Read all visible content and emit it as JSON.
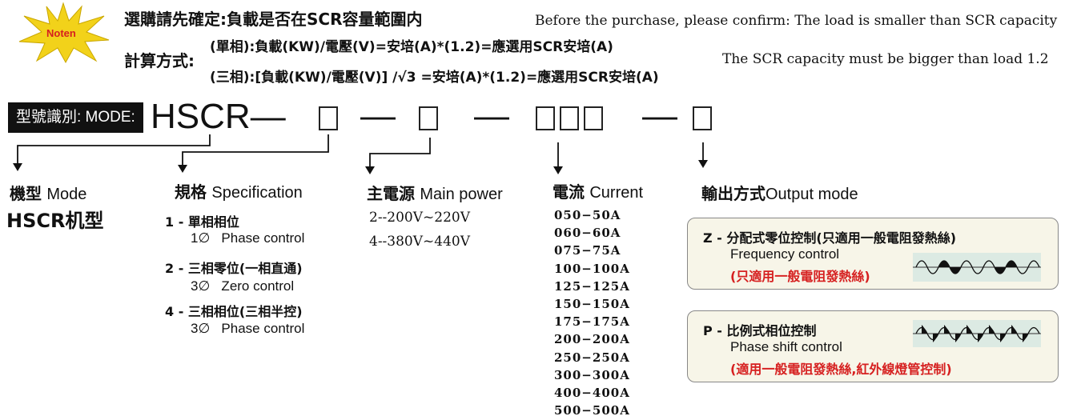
{
  "notice": {
    "badge": "Noten",
    "line1_cn": "選購請先確定:負載是否在SCR容量範圍内",
    "calc_label": "計算方式:",
    "formula1": "(單相):負載(KW)/電壓(V)=安培(A)*(1.2)=應選用SCR安培(A)",
    "formula3": "(三相):[負載(KW)/電壓(V)] /√3 =安培(A)*(1.2)=應選用SCR安培(A)",
    "en_line1": "Before the purchase, please confirm: The load is smaller than SCR capacity",
    "en_line2": "The SCR capacity must be bigger than load 1.2"
  },
  "model": {
    "label": "型號識別: MODE:",
    "code": "HSCR",
    "dash": "—"
  },
  "columns": {
    "mode": {
      "title_cn": "機型",
      "title_en": "Mode",
      "value": "HSCR机型"
    },
    "spec": {
      "title_cn": "規格",
      "title_en": "Specification",
      "items": [
        {
          "cn": "1 - 單相相位",
          "en": "1∅   Phase control"
        },
        {
          "cn": "2 - 三相零位(一相直通)",
          "en": "3∅   Zero control"
        },
        {
          "cn": "4 - 三相相位(三相半控)",
          "en": "3∅   Phase control"
        }
      ]
    },
    "power": {
      "title_cn": "主電源",
      "title_en": "Main power",
      "items": [
        "2--200V~220V",
        "4--380V~440V"
      ]
    },
    "current": {
      "title_cn": "電流",
      "title_en": "Current",
      "items": [
        "050−50A",
        "060−60A",
        "075−75A",
        "100−100A",
        "125−125A",
        "150−150A",
        "175−175A",
        "200−200A",
        "250−250A",
        "300−300A",
        "400−400A",
        "500−500A"
      ]
    },
    "output": {
      "title_cn": "輸出方式",
      "title_en": "Output mode",
      "z": {
        "title": "Z - 分配式零位控制(只適用一般電阻發熱絲)",
        "en": "Frequency control",
        "note": "(只適用一般電阻發熱絲)"
      },
      "p": {
        "title": "P - 比例式相位控制",
        "en": "Phase shift control",
        "note": "(適用一般電阻發熱絲,紅外線燈管控制)"
      }
    }
  },
  "colors": {
    "accent_red": "#d62020",
    "badge_yellow": "#f2d21a",
    "wave_bg": "#dceae3"
  }
}
